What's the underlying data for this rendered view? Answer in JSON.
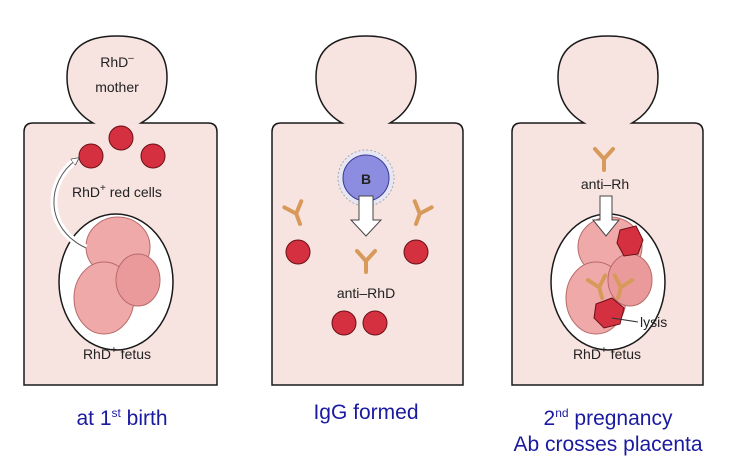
{
  "panel1": {
    "head_line1": "RhD",
    "head_line1_sup": "–",
    "head_line2": "mother",
    "cells_pre": "RhD",
    "cells_sup": "+",
    "cells_post": " red cells",
    "fetus_pre": "RhD",
    "fetus_sup": "+",
    "fetus_post": " fetus",
    "caption_pre": "at 1",
    "caption_sup": "st",
    "caption_post": " birth"
  },
  "panel2": {
    "bcell": "B",
    "antibody": "anti–RhD",
    "caption": "IgG formed"
  },
  "panel3": {
    "antibody": "anti–Rh",
    "lysis": "lysis",
    "fetus_pre": "RhD",
    "fetus_sup": "+",
    "fetus_post": " fetus",
    "caption_line1_pre": "2",
    "caption_line1_sup": "nd",
    "caption_line1_post": " pregnancy",
    "caption_line2": "Ab crosses placenta"
  },
  "colors": {
    "body_fill": "#f7e3e0",
    "outline": "#1a1a1a",
    "red_cell": "#d5303f",
    "antibody": "#d89a5a",
    "b_cell": "#8c8ce0",
    "fetus": "#f0a9a9",
    "caption": "#1a1aa0"
  }
}
